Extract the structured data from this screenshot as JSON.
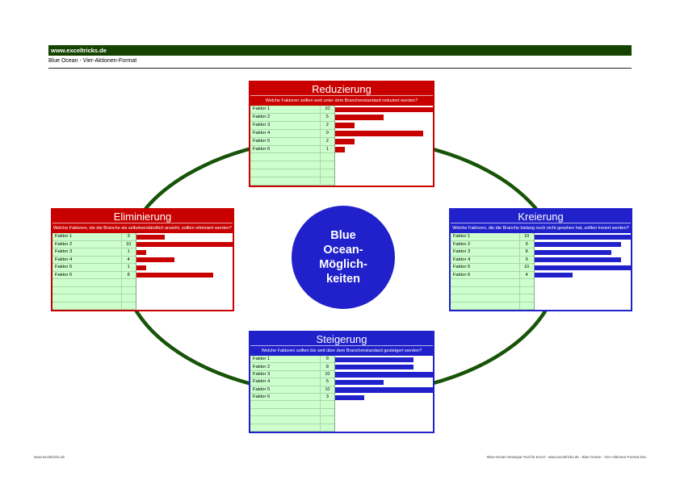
{
  "page": {
    "header_bar_text": "www.exceltricks.de",
    "doc_title": "Blue Ocean - Vier-Aktionen-Format",
    "footer_left": "www.exceltricks.de",
    "footer_right": "Blue-Ocean-Strategie-Tool für Excel - www.exceltricks.de - Blue Ocean - Vier-Aktionen-Format.xlsx"
  },
  "colors": {
    "header_green": "#164400",
    "ring_green": "#175408",
    "red_accent": "#C80000",
    "blue_accent": "#2121CB",
    "cell_green": "#CCFFCC"
  },
  "center_circle": {
    "lines": [
      "Blue",
      "Ocean-",
      "Möglich-",
      "keiten"
    ]
  },
  "panels": [
    {
      "id": "reduzierung",
      "title": "Reduzierung",
      "question": "Welche Faktoren sollten weit unter dem Branchenstandard reduziert werden?",
      "accent": "#C80000",
      "total_rows": 10,
      "max": 10
    },
    {
      "id": "eliminierung",
      "title": "Eliminierung",
      "question": "Welche Faktoren, die die Branche als selbstverständlich ansieht, sollten eliminiert werden?",
      "accent": "#C80000",
      "total_rows": 10,
      "max": 10
    },
    {
      "id": "kreierung",
      "title": "Kreierung",
      "question": "Welche Faktoren, die die Branche bislang noch nicht gesehen hat, sollten kreiert werden?",
      "accent": "#2121CB",
      "total_rows": 10,
      "max": 10
    },
    {
      "id": "steigerung",
      "title": "Steigerung",
      "question": "Welche Faktoren sollten bis weit über dem Branchenstandard gesteigert werden?",
      "accent": "#2121CB",
      "total_rows": 10,
      "max": 10
    }
  ],
  "chart_data": [
    {
      "type": "bar",
      "title": "Reduzierung",
      "orientation": "horizontal",
      "categories": [
        "Faktor 1",
        "Faktor 2",
        "Faktor 3",
        "Faktor 4",
        "Faktor 5",
        "Faktor 6"
      ],
      "values": [
        10,
        5,
        2,
        9,
        2,
        1
      ],
      "xlim": [
        0,
        10
      ],
      "bar_color": "#C80000"
    },
    {
      "type": "bar",
      "title": "Eliminierung",
      "orientation": "horizontal",
      "categories": [
        "Faktor 1",
        "Faktor 2",
        "Faktor 3",
        "Faktor 4",
        "Faktor 5",
        "Faktor 6"
      ],
      "values": [
        3,
        10,
        1,
        4,
        1,
        8
      ],
      "xlim": [
        0,
        10
      ],
      "bar_color": "#C80000"
    },
    {
      "type": "bar",
      "title": "Kreierung",
      "orientation": "horizontal",
      "categories": [
        "Faktor 1",
        "Faktor 2",
        "Faktor 3",
        "Faktor 4",
        "Faktor 5",
        "Faktor 6"
      ],
      "values": [
        10,
        9,
        8,
        9,
        10,
        4
      ],
      "xlim": [
        0,
        10
      ],
      "bar_color": "#2121CB"
    },
    {
      "type": "bar",
      "title": "Steigerung",
      "orientation": "horizontal",
      "categories": [
        "Faktor 1",
        "Faktor 2",
        "Faktor 3",
        "Faktor 4",
        "Faktor 5",
        "Faktor 6"
      ],
      "values": [
        8,
        8,
        10,
        5,
        10,
        3
      ],
      "xlim": [
        0,
        10
      ],
      "bar_color": "#2121CB"
    }
  ]
}
